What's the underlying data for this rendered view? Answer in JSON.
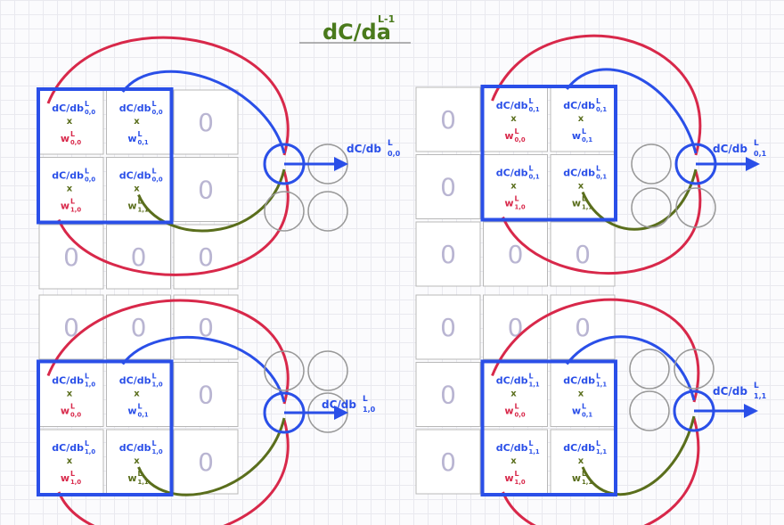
{
  "title": {
    "main": "dC/da",
    "sup": "L-1",
    "color": "#4a7a1c"
  },
  "colors": {
    "blue": "#2a4fe8",
    "red": "#d8284a",
    "green": "#5a6e1c",
    "zero": "#b9b5d2",
    "cell_border": "#b8b8b8",
    "circle": "#999999"
  },
  "zero_text": "0",
  "times_text": "x",
  "panels": [
    {
      "id": "p00",
      "output_label": {
        "main": "dC/db",
        "sup": "L",
        "sub": "0,0"
      },
      "products": [
        {
          "grad": {
            "main": "dC/db",
            "sup": "L",
            "sub": "0,0"
          },
          "weight": {
            "main": "w",
            "sup": "L",
            "sub": "0,0"
          },
          "weight_color": "red"
        },
        {
          "grad": {
            "main": "dC/db",
            "sup": "L",
            "sub": "0,0"
          },
          "weight": {
            "main": "w",
            "sup": "L",
            "sub": "0,1"
          },
          "weight_color": "blue"
        },
        {
          "grad": {
            "main": "dC/db",
            "sup": "L",
            "sub": "0,0"
          },
          "weight": {
            "main": "w",
            "sup": "L",
            "sub": "1,0"
          },
          "weight_color": "red"
        },
        {
          "grad": {
            "main": "dC/db",
            "sup": "L",
            "sub": "0,0"
          },
          "weight": {
            "main": "w",
            "sup": "L",
            "sub": "1,1"
          },
          "weight_color": "green"
        }
      ]
    },
    {
      "id": "p01",
      "output_label": {
        "main": "dC/db",
        "sup": "L",
        "sub": "0,1"
      },
      "products": [
        {
          "grad": {
            "main": "dC/db",
            "sup": "L",
            "sub": "0,1"
          },
          "weight": {
            "main": "w",
            "sup": "L",
            "sub": "0,0"
          },
          "weight_color": "red"
        },
        {
          "grad": {
            "main": "dC/db",
            "sup": "L",
            "sub": "0,1"
          },
          "weight": {
            "main": "w",
            "sup": "L",
            "sub": "0,1"
          },
          "weight_color": "blue"
        },
        {
          "grad": {
            "main": "dC/db",
            "sup": "L",
            "sub": "0,1"
          },
          "weight": {
            "main": "w",
            "sup": "L",
            "sub": "1,0"
          },
          "weight_color": "red"
        },
        {
          "grad": {
            "main": "dC/db",
            "sup": "L",
            "sub": "0,1"
          },
          "weight": {
            "main": "w",
            "sup": "L",
            "sub": "1,1"
          },
          "weight_color": "green"
        }
      ]
    },
    {
      "id": "p10",
      "output_label": {
        "main": "dC/db",
        "sup": "L",
        "sub": "1,0"
      },
      "products": [
        {
          "grad": {
            "main": "dC/db",
            "sup": "L",
            "sub": "1,0"
          },
          "weight": {
            "main": "w",
            "sup": "L",
            "sub": "0,0"
          },
          "weight_color": "red"
        },
        {
          "grad": {
            "main": "dC/db",
            "sup": "L",
            "sub": "1,0"
          },
          "weight": {
            "main": "w",
            "sup": "L",
            "sub": "0,1"
          },
          "weight_color": "blue"
        },
        {
          "grad": {
            "main": "dC/db",
            "sup": "L",
            "sub": "1,0"
          },
          "weight": {
            "main": "w",
            "sup": "L",
            "sub": "1,0"
          },
          "weight_color": "red"
        },
        {
          "grad": {
            "main": "dC/db",
            "sup": "L",
            "sub": "1,0"
          },
          "weight": {
            "main": "w",
            "sup": "L",
            "sub": "1,1"
          },
          "weight_color": "green"
        }
      ]
    },
    {
      "id": "p11",
      "output_label": {
        "main": "dC/db",
        "sup": "L",
        "sub": "1,1"
      },
      "products": [
        {
          "grad": {
            "main": "dC/db",
            "sup": "L",
            "sub": "1,1"
          },
          "weight": {
            "main": "w",
            "sup": "L",
            "sub": "0,0"
          },
          "weight_color": "red"
        },
        {
          "grad": {
            "main": "dC/db",
            "sup": "L",
            "sub": "1,1"
          },
          "weight": {
            "main": "w",
            "sup": "L",
            "sub": "0,1"
          },
          "weight_color": "blue"
        },
        {
          "grad": {
            "main": "dC/db",
            "sup": "L",
            "sub": "1,1"
          },
          "weight": {
            "main": "w",
            "sup": "L",
            "sub": "1,0"
          },
          "weight_color": "red"
        },
        {
          "grad": {
            "main": "dC/db",
            "sup": "L",
            "sub": "1,1"
          },
          "weight": {
            "main": "w",
            "sup": "L",
            "sub": "1,1"
          },
          "weight_color": "green"
        }
      ]
    }
  ]
}
